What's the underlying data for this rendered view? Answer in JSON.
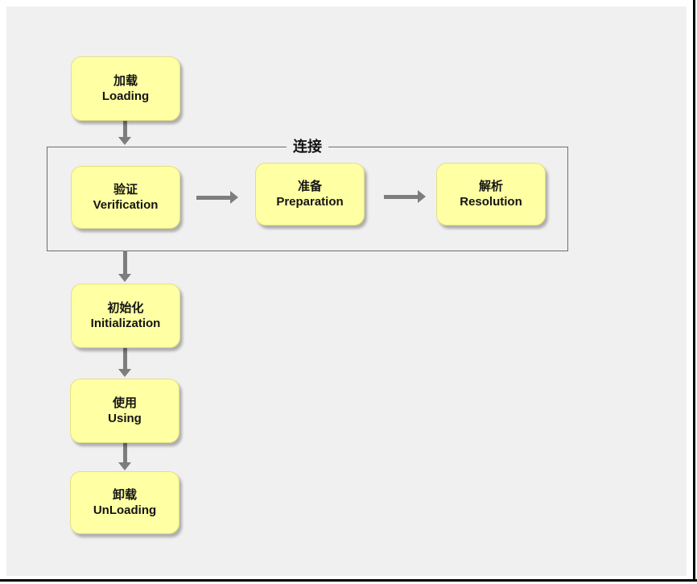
{
  "diagram": {
    "group": {
      "label": "连接"
    },
    "nodes": {
      "loading": {
        "zh": "加载",
        "en": "Loading"
      },
      "verification": {
        "zh": "验证",
        "en": "Verification"
      },
      "preparation": {
        "zh": "准备",
        "en": "Preparation"
      },
      "resolution": {
        "zh": "解析",
        "en": "Resolution"
      },
      "initialization": {
        "zh": "初始化",
        "en": "Initialization"
      },
      "using": {
        "zh": "使用",
        "en": "Using"
      },
      "unloading": {
        "zh": "卸载",
        "en": "UnLoading"
      }
    },
    "colors": {
      "page_bg": "#ffffff",
      "canvas_bg": "#f0f0f0",
      "node_fill": "#ffffa3",
      "node_border": "#e3e084",
      "node_text": "#141414",
      "arrow": "#7d7d7d",
      "group_border": "#6e6e6e",
      "frame_line": "#000000"
    }
  }
}
